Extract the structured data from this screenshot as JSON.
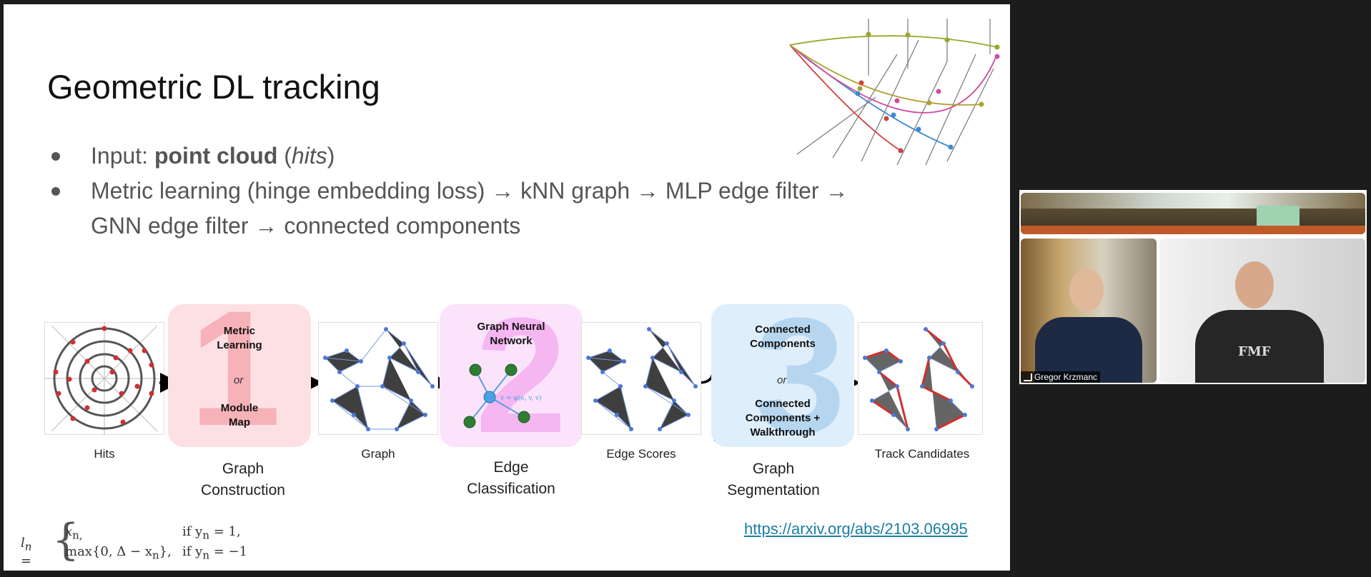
{
  "slide": {
    "title": "Geometric DL tracking",
    "bullets": [
      {
        "prefix": "Input: ",
        "bold": "point cloud",
        "open": " (",
        "italic": "hits",
        "close": ")"
      },
      {
        "line1": "Metric learning (hinge embedding loss) → kNN graph → MLP edge filter →",
        "line2": "GNN edge filter → connected components"
      }
    ],
    "pipeline": {
      "hits_label": "Hits",
      "graph_label": "Graph",
      "edge_scores_label": "Edge Scores",
      "track_candidates_label": "Track Candidates",
      "stage1": {
        "number": "1",
        "top": "Metric Learning",
        "or": "or",
        "bottom": "Module Map",
        "caption_line1": "Graph",
        "caption_line2": "Construction"
      },
      "stage2": {
        "number": "2",
        "top": "Graph Neural Network",
        "caption_line1": "Edge",
        "caption_line2": "Classification"
      },
      "stage3": {
        "number": "3",
        "top": "Connected Components",
        "or": "or",
        "bottom": "Connected Components + Walkthrough",
        "caption_line1": "Graph",
        "caption_line2": "Segmentation"
      }
    },
    "formula": {
      "lhs": "l",
      "lhs_sub": "n",
      "row1_value": "x",
      "row1_sub": "n,",
      "row1_cond": "if y",
      "row1_cond_rhs": "= 1,",
      "row2_value": "max{0, Δ − x",
      "row2_tail": "},",
      "row2_cond": "if y",
      "row2_cond_rhs": "= −1",
      "sub_n": "n"
    },
    "link": "https://arxiv.org/abs/2103.06995"
  },
  "video": {
    "participant_name": "Gregor Krzmanc"
  },
  "colors": {
    "stage1_bg": "#fde0e4",
    "stage2_bg": "#fbe3fb",
    "stage3_bg": "#deeefa",
    "graph_blue": "#4a78d6",
    "hit_red": "#d03030",
    "link": "#1a7fa3"
  }
}
